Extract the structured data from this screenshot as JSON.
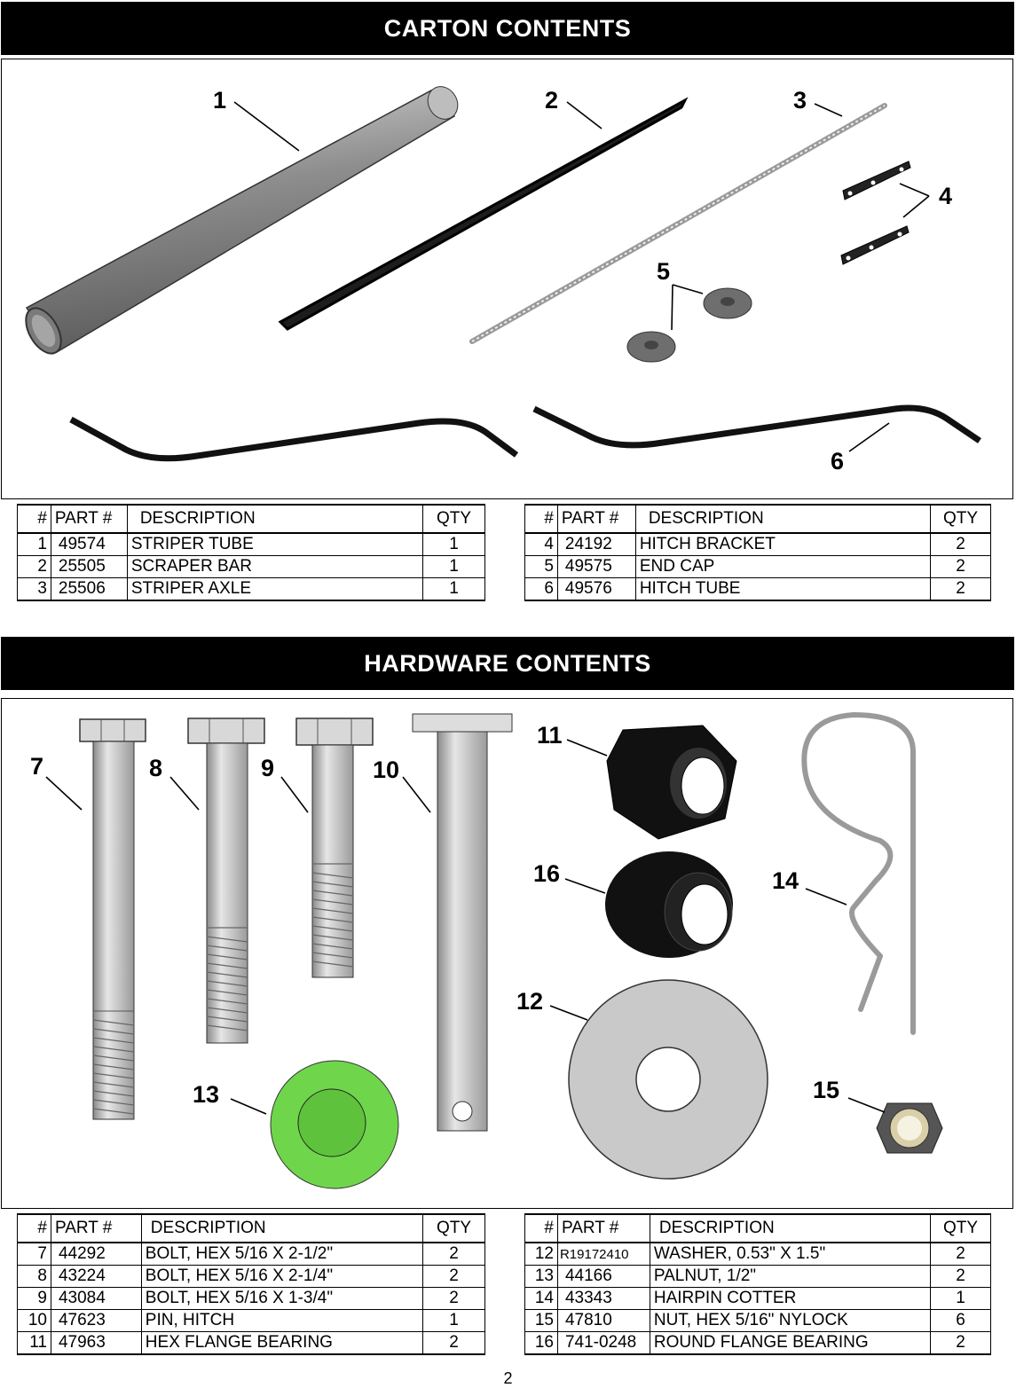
{
  "carton": {
    "title": "CARTON CONTENTS",
    "callouts": [
      "1",
      "2",
      "3",
      "4",
      "5",
      "6"
    ],
    "headers": {
      "num": "#",
      "part": "PART #",
      "desc": "DESCRIPTION",
      "qty": "QTY"
    },
    "left": [
      {
        "num": "1",
        "part": "49574",
        "desc": "STRIPER TUBE",
        "qty": "1"
      },
      {
        "num": "2",
        "part": "25505",
        "desc": "SCRAPER BAR",
        "qty": "1"
      },
      {
        "num": "3",
        "part": "25506",
        "desc": "STRIPER AXLE",
        "qty": "1"
      }
    ],
    "right": [
      {
        "num": "4",
        "part": "24192",
        "desc": "HITCH BRACKET",
        "qty": "2"
      },
      {
        "num": "5",
        "part": "49575",
        "desc": "END CAP",
        "qty": "2"
      },
      {
        "num": "6",
        "part": "49576",
        "desc": "HITCH TUBE",
        "qty": "2"
      }
    ]
  },
  "hardware": {
    "title": "HARDWARE CONTENTS",
    "callouts": [
      "7",
      "8",
      "9",
      "10",
      "11",
      "16",
      "14",
      "12",
      "13",
      "15"
    ],
    "headers": {
      "num": "#",
      "part": "PART #",
      "desc": "DESCRIPTION",
      "qty": "QTY"
    },
    "left": [
      {
        "num": "7",
        "part": "44292",
        "desc": "BOLT, HEX 5/16 X 2-1/2\"",
        "qty": "2"
      },
      {
        "num": "8",
        "part": "43224",
        "desc": "BOLT, HEX 5/16 X 2-1/4\"",
        "qty": "2"
      },
      {
        "num": "9",
        "part": "43084",
        "desc": "BOLT, HEX 5/16 X 1-3/4\"",
        "qty": "2"
      },
      {
        "num": "10",
        "part": "47623",
        "desc": "PIN, HITCH",
        "qty": "1"
      },
      {
        "num": "11",
        "part": "47963",
        "desc": "HEX FLANGE BEARING",
        "qty": "2"
      }
    ],
    "right": [
      {
        "num": "12",
        "part": "R19172410",
        "desc": "WASHER, 0.53\" X 1.5\"",
        "qty": "2"
      },
      {
        "num": "13",
        "part": "44166",
        "desc": "PALNUT, 1/2\"",
        "qty": "2"
      },
      {
        "num": "14",
        "part": "43343",
        "desc": "HAIRPIN COTTER",
        "qty": "1"
      },
      {
        "num": "15",
        "part": "47810",
        "desc": "NUT, HEX 5/16\" NYLOCK",
        "qty": "6"
      },
      {
        "num": "16",
        "part": "741-0248",
        "desc": "ROUND FLANGE BEARING",
        "qty": "2"
      }
    ]
  },
  "page_number": "2"
}
